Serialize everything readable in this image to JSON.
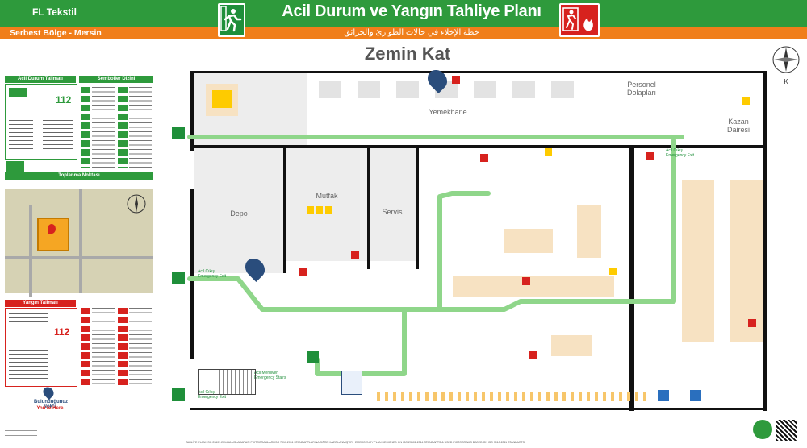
{
  "header": {
    "company": "FL Tekstil",
    "location": "Serbest Bölge - Mersin",
    "title": "Acil Durum ve Yangın Tahliye Planı",
    "subtitle_arabic": "خطة الإخلاء في حالات الطوارئ والحرائق",
    "floor": "Zemin Kat"
  },
  "colors": {
    "green": "#2e9a3c",
    "orange": "#f07e1a",
    "red": "#d7221e",
    "beige": "#f7e2c2",
    "route": "#8fd68a"
  },
  "emergency_panel": {
    "title": "Acil Durum Talimatı",
    "number": "112"
  },
  "symbols_panel": {
    "title": "Semboller Dizini"
  },
  "meeting_panel": {
    "title": "Toplanma Noktası"
  },
  "fire_panel": {
    "title": "Yangın Talimatı",
    "number": "112"
  },
  "you_are_here": {
    "tr": "Bulunduğunuz Nokta",
    "en": "You're Here"
  },
  "rooms": {
    "yemekhane": "Yemekhane",
    "personel": "Personel Dolapları",
    "kazan": "Kazan Dairesi",
    "depo": "Depo",
    "mutfak": "Mutfak",
    "servis": "Servis"
  },
  "exit_labels": {
    "acil_cikis": "Acil Çıkış",
    "emergency_exit": "Emergency Exit",
    "acil_merdiven": "Acil Merdiven",
    "emergency_stairs": "Emergency Stairs"
  },
  "compass_letter": "K",
  "footer": "TAHLİYE PLANI ISO 23601:2014 ULUSLARARASI PİKTOGRAMLARI ISO 7010:2011 STANDARTLARINA GÖRE HAZIRLANMIŞTIR · EMERGENCY PLAN DESIGNED ON ISO 23601:2014 STANDARTS & USED PICTOGRAMS BASED ON ISO 7010:2011 STANDARTS"
}
